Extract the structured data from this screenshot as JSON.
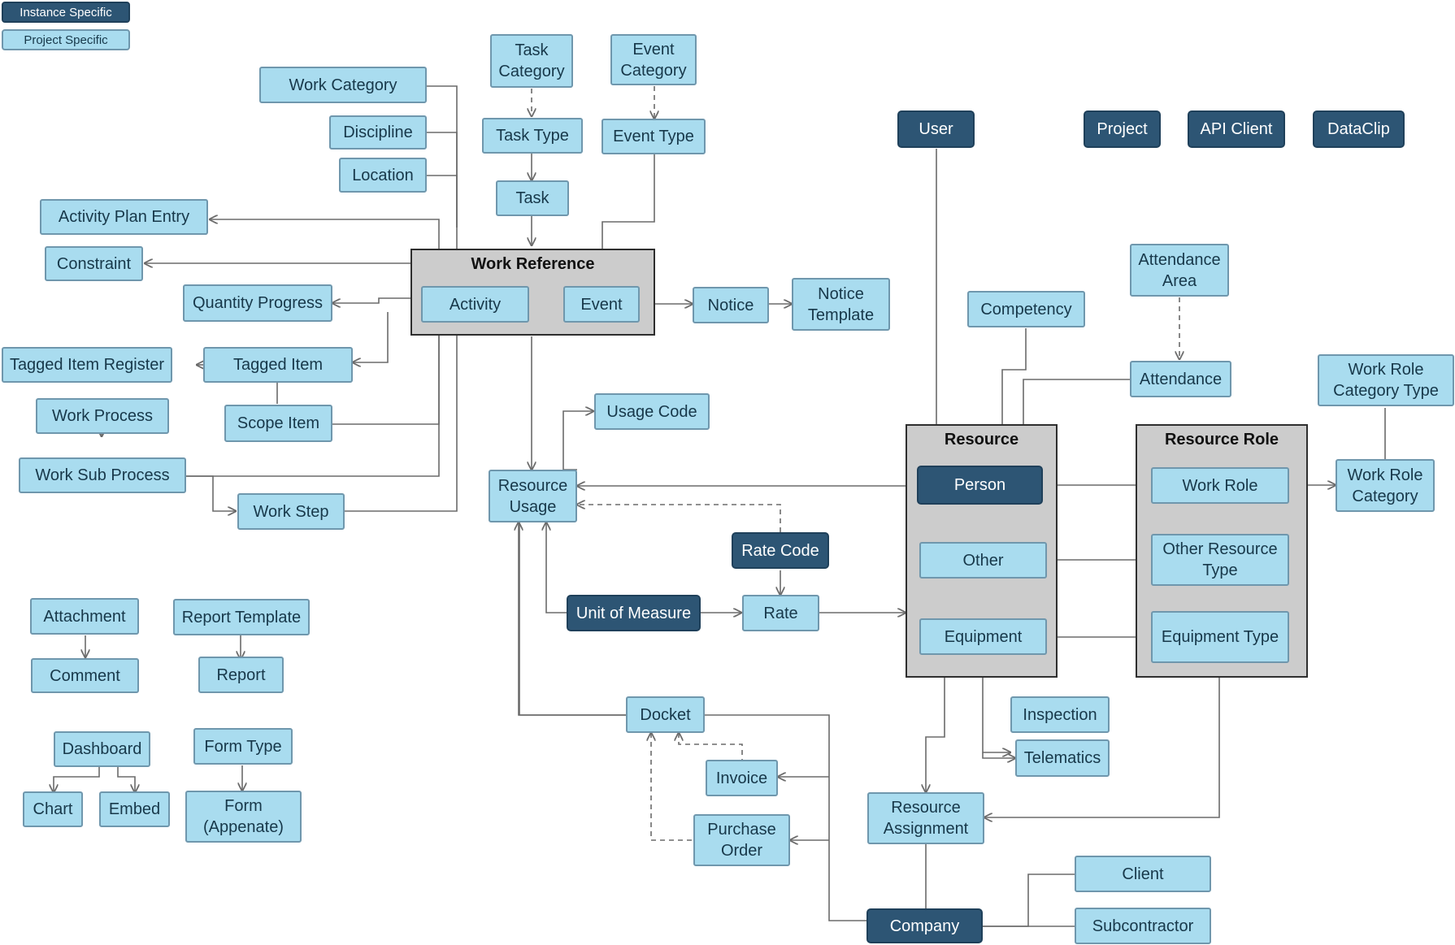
{
  "legend": {
    "instance_label": "Instance Specific",
    "project_label": "Project Specific"
  },
  "colors": {
    "project_fill": "#a9dcef",
    "project_border": "#6f97ad",
    "instance_fill": "#2d5574",
    "group_fill": "#cccccc",
    "connector": "#6b6b6b"
  },
  "groups": {
    "work_reference": "Work Reference",
    "resource": "Resource",
    "resource_role": "Resource Role"
  },
  "nodes": {
    "work_category": "Work Category",
    "discipline": "Discipline",
    "location": "Location",
    "activity_plan_entry": "Activity Plan Entry",
    "constraint": "Constraint",
    "quantity_progress": "Quantity Progress",
    "tagged_item_register": "Tagged Item Register",
    "tagged_item": "Tagged Item",
    "work_process": "Work Process",
    "scope_item": "Scope Item",
    "work_sub_process": "Work Sub Process",
    "work_step": "Work Step",
    "task_category": "Task\nCategory",
    "event_category": "Event\nCategory",
    "task_type": "Task Type",
    "event_type": "Event Type",
    "task": "Task",
    "activity": "Activity",
    "event": "Event",
    "notice": "Notice",
    "notice_template": "Notice\nTemplate",
    "usage_code": "Usage Code",
    "resource_usage": "Resource\nUsage",
    "rate_code": "Rate Code",
    "unit_of_measure": "Unit of Measure",
    "rate": "Rate",
    "user": "User",
    "project": "Project",
    "api_client": "API Client",
    "dataclip": "DataClip",
    "attendance_area": "Attendance\nArea",
    "competency": "Competency",
    "attendance": "Attendance",
    "work_role_category_type": "Work Role\nCategory Type",
    "person": "Person",
    "other": "Other",
    "equipment": "Equipment",
    "work_role": "Work Role",
    "other_resource_type": "Other Resource\nType",
    "equipment_type": "Equipment Type",
    "work_role_category": "Work Role\nCategory",
    "inspection": "Inspection",
    "telematics": "Telematics",
    "docket": "Docket",
    "invoice": "Invoice",
    "purchase_order": "Purchase\nOrder",
    "resource_assignment": "Resource\nAssignment",
    "company": "Company",
    "client": "Client",
    "subcontractor": "Subcontractor",
    "attachment": "Attachment",
    "comment": "Comment",
    "report_template": "Report Template",
    "report": "Report",
    "dashboard": "Dashboard",
    "chart": "Chart",
    "embed": "Embed",
    "form_type": "Form Type",
    "form_appenate": "Form\n(Appenate)"
  }
}
